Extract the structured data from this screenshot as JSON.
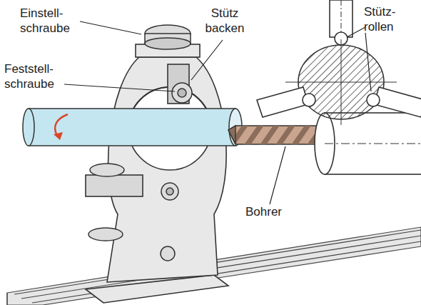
{
  "diagram": {
    "labels": [
      "Einstell- schraube",
      "Stütz backen",
      "Feststell- schraube",
      "Stütz- rollen",
      "Bohrer"
    ]
  }
}
